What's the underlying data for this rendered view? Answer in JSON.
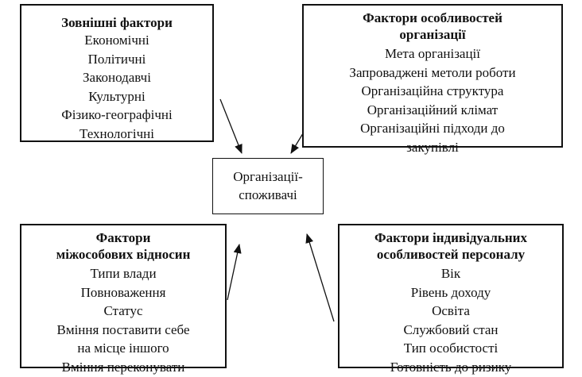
{
  "external": {
    "title": "Зовнішні фактори",
    "items": [
      "Економічні",
      "Політичні",
      "Законодавчі",
      "Культурні",
      "Фізико-географічні",
      "Технологічні"
    ]
  },
  "organization": {
    "title_lines": [
      "Фактори особливостей",
      "організації"
    ],
    "items": [
      "Мета організації",
      "Запроваджені метоли роботи",
      "Організаційна структура",
      "Організаційний клімат",
      "Організаційні підходи до",
      "закупівлі"
    ]
  },
  "center": {
    "lines": [
      "Організації-",
      "споживачі"
    ]
  },
  "interpersonal": {
    "title_lines": [
      "Фактори",
      "міжособових відносин"
    ],
    "items": [
      "Типи влади",
      "Повноваження",
      "Статус",
      "Вміння поставити себе",
      "на місце іншого",
      "Вміння переконувати"
    ]
  },
  "individual": {
    "title_lines": [
      "Фактори індивідуальних",
      "особливостей персоналу"
    ],
    "items": [
      "Вік",
      "Рівень доходу",
      "Освіта",
      "Службовий стан",
      "Тип особистості",
      "Готовність до ризику"
    ]
  },
  "colors": {
    "line": "#111111",
    "background": "#ffffff"
  }
}
